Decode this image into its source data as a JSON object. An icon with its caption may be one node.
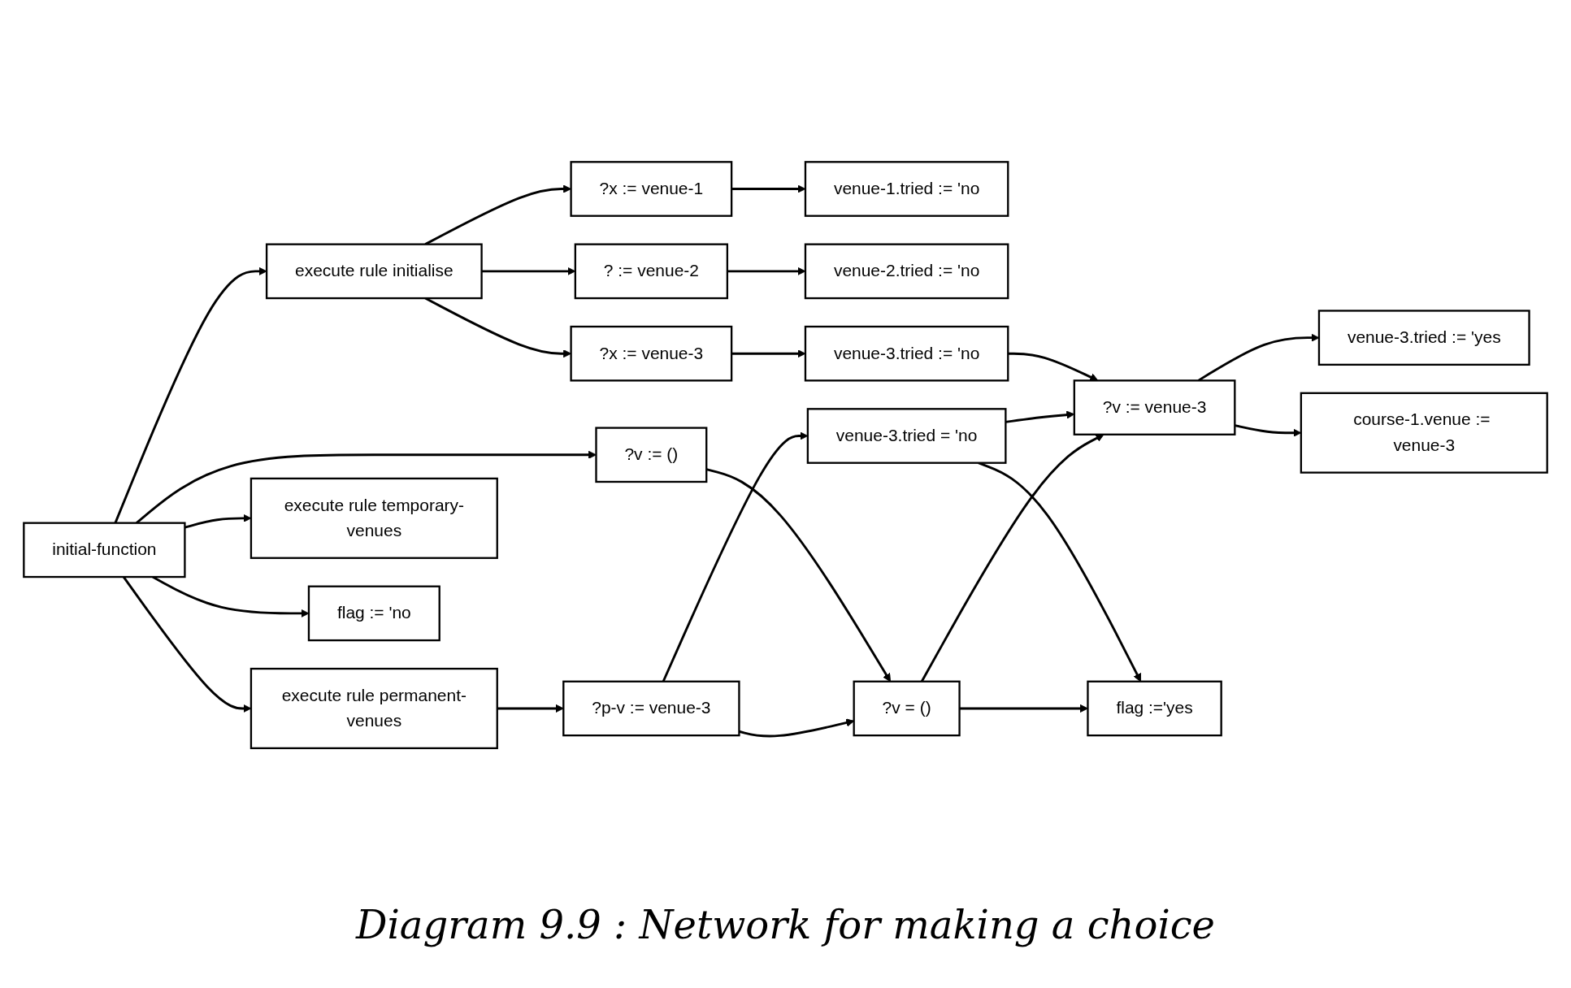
{
  "diagram": {
    "caption": "Diagram 9.9 : Network for making a choice",
    "nodes": [
      {
        "text": [
          "initial-function"
        ]
      },
      {
        "text": [
          "execute rule initialise"
        ]
      },
      {
        "text": [
          "?v := ()"
        ]
      },
      {
        "text": [
          "execute rule permanent-venues"
        ]
      },
      {
        "text": [
          "execute rule temporary-venues"
        ]
      },
      {
        "text": [
          "flag := 'no"
        ]
      },
      {
        "text": [
          "?x := venue-1"
        ]
      },
      {
        "text": [
          "? := venue-2"
        ]
      },
      {
        "text": [
          "?x := venue-3"
        ]
      },
      {
        "text": [
          "?p-v := venue-3"
        ]
      },
      {
        "text": [
          "venue-1.tried := 'no"
        ]
      },
      {
        "text": [
          "venue-2.tried := 'no"
        ]
      },
      {
        "text": [
          "venue-3.tried := 'no"
        ]
      },
      {
        "text": [
          "venue-3.tried = 'no"
        ]
      },
      {
        "text": [
          "?v = ()"
        ]
      },
      {
        "text": [
          "?v := venue-3"
        ]
      },
      {
        "text": [
          "flag :='yes"
        ]
      },
      {
        "text": [
          "venue-3.tried := 'yes"
        ]
      },
      {
        "text": [
          "course-1.venue := venue-3"
        ]
      }
    ],
    "edges": [
      {
        "from": 0,
        "to": 1,
        "arrow": "to"
      },
      {
        "from": 0,
        "to": 2,
        "arrow": "to"
      },
      {
        "from": 0,
        "to": 3,
        "arrow": "to"
      },
      {
        "from": 0,
        "to": 4,
        "arrow": "to"
      },
      {
        "from": 0,
        "to": 5,
        "arrow": "to"
      },
      {
        "from": 1,
        "to": 6,
        "arrow": "to"
      },
      {
        "from": 1,
        "to": 7,
        "arrow": "to"
      },
      {
        "from": 1,
        "to": 8,
        "arrow": "to"
      },
      {
        "from": 6,
        "to": 10,
        "arrow": "to"
      },
      {
        "from": 7,
        "to": 11,
        "arrow": "to"
      },
      {
        "from": 8,
        "to": 12,
        "arrow": "to"
      },
      {
        "from": 12,
        "to": 15,
        "arrow": "to"
      },
      {
        "from": 2,
        "to": 14,
        "arrow": "to"
      },
      {
        "from": 3,
        "to": 9,
        "arrow": "to"
      },
      {
        "from": 9,
        "to": 13,
        "arrow": "to"
      },
      {
        "from": 9,
        "to": 14,
        "arrow": "to"
      },
      {
        "from": 13,
        "to": 15,
        "arrow": "to"
      },
      {
        "from": 13,
        "to": 16,
        "arrow": "to"
      },
      {
        "from": 14,
        "to": 15,
        "arrow": "to"
      },
      {
        "from": 14,
        "to": 16,
        "arrow": "to"
      },
      {
        "from": 15,
        "to": 17,
        "arrow": "to"
      },
      {
        "from": 15,
        "to": 18,
        "arrow": "to"
      }
    ]
  }
}
